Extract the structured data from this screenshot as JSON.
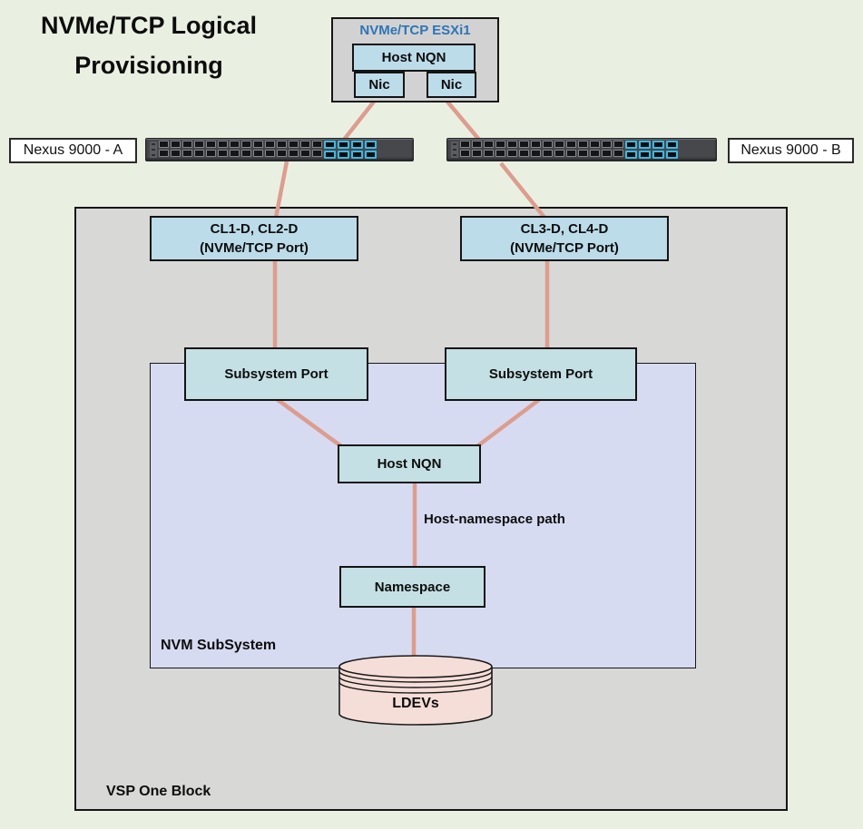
{
  "title": {
    "line1": "NVMe/TCP Logical",
    "line2": "Provisioning"
  },
  "esxi_host": {
    "title": "NVMe/TCP ESXi1",
    "host_nqn_label": "Host NQN",
    "nics": [
      "Nic",
      "Nic"
    ]
  },
  "network": {
    "switch_a_label": "Nexus 9000 - A",
    "switch_b_label": "Nexus 9000 - B"
  },
  "storage": {
    "label": "VSP One Block",
    "port_group_left": {
      "line1": "CL1-D, CL2-D",
      "line2": "(NVMe/TCP Port)"
    },
    "port_group_right": {
      "line1": "CL3-D, CL4-D",
      "line2": "(NVMe/TCP Port)"
    },
    "nvm_subsystem": {
      "label": "NVM SubSystem",
      "subsystem_port_left": "Subsystem Port",
      "subsystem_port_right": "Subsystem Port",
      "host_nqn_label": "Host NQN",
      "path_label": "Host-namespace path",
      "namespace_label": "Namespace",
      "ldevs_label": "LDEVs"
    }
  },
  "colors": {
    "background": "#eaf0e1",
    "gray_box": "#d8d8d7",
    "blue_box": "#bcdce9",
    "teal_box": "#c4e0e4",
    "lavender_box": "#d7dbf1",
    "cylinder_pink": "#f6ded8",
    "connector_salmon": "#dc9d8f",
    "esxi_title_blue": "#2e75b6",
    "switch_port_cyan": "#3cb8e3"
  }
}
